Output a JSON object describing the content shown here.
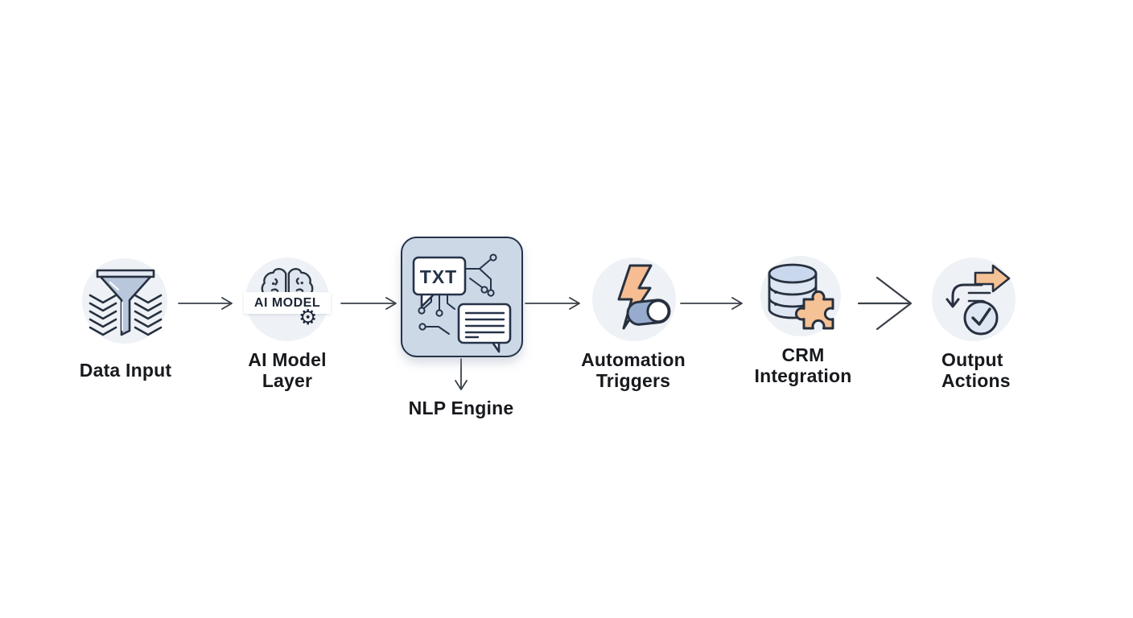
{
  "diagram": {
    "type": "flowchart",
    "direction": "left-to-right",
    "background": "#ffffff",
    "colors": {
      "node_circle_bg": "#eef1f6",
      "icon_outline": "#27303f",
      "icon_blue_fill": "#c3d0e2",
      "nlp_box_fill": "#cdd8e7",
      "nlp_box_border": "#253349",
      "accent_peach": "#f5c296",
      "toggle_blue": "#96abce",
      "arrow_stroke": "#3a4048",
      "label_color": "#17191d",
      "banner_bg": "#ffffff"
    },
    "nodes": [
      {
        "id": "data-input",
        "label": "Data Input",
        "label_lines": [
          "Data Input"
        ],
        "icon": "funnel-with-stacked-layers-icon",
        "shape": "circle"
      },
      {
        "id": "ai-model-layer",
        "label": "AI Model Layer",
        "label_lines": [
          "AI Model",
          "Layer"
        ],
        "icon": "brain-with-gear-icon",
        "badge_text": "AI MODEL",
        "shape": "circle"
      },
      {
        "id": "nlp-engine",
        "label": "NLP Engine",
        "label_lines": [
          "NLP Engine"
        ],
        "icon": "text-and-chat-circuit-icon",
        "icon_text": "TXT",
        "shape": "rounded-square"
      },
      {
        "id": "automation-triggers",
        "label": "Automation Triggers",
        "label_lines": [
          "Automation",
          "Triggers"
        ],
        "icon": "lightning-bolt-toggle-icon",
        "shape": "circle"
      },
      {
        "id": "crm-integration",
        "label": "CRM Integration",
        "label_lines": [
          "CRM",
          "Integration"
        ],
        "icon": "database-puzzle-piece-icon",
        "shape": "circle"
      },
      {
        "id": "output-actions",
        "label": "Output Actions",
        "label_lines": [
          "Output",
          "Actions"
        ],
        "icon": "arrows-with-checkmark-icon",
        "shape": "circle"
      }
    ],
    "connections": [
      {
        "from": "data-input",
        "to": "ai-model-layer",
        "style": "thin-open-arrow"
      },
      {
        "from": "ai-model-layer",
        "to": "nlp-engine",
        "style": "thin-open-arrow"
      },
      {
        "from": "nlp-engine",
        "to": "automation-triggers",
        "style": "thin-open-arrow"
      },
      {
        "from": "automation-triggers",
        "to": "crm-integration",
        "style": "thin-open-arrow"
      },
      {
        "from": "crm-integration",
        "to": "output-actions",
        "style": "large-chevron-arrow"
      },
      {
        "from": "nlp-engine",
        "to": "nlp-engine-label",
        "style": "down-open-arrow"
      }
    ]
  }
}
